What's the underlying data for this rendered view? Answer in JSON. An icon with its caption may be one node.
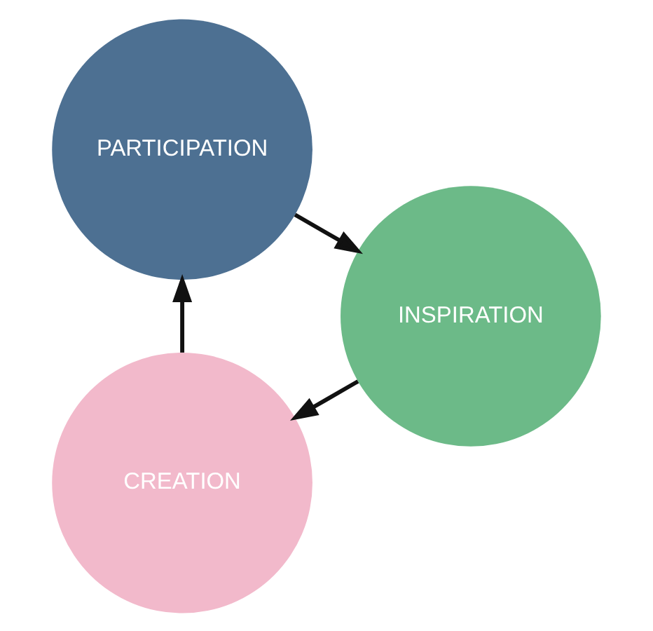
{
  "diagram": {
    "nodes": [
      {
        "text": [
          "CREATION"
        ]
      },
      {
        "text": [
          "INSPIRATION"
        ]
      },
      {
        "text": [
          "PARTICIPATION"
        ]
      }
    ],
    "edges": [
      {
        "from": 1,
        "to": 0,
        "arrow": "to"
      },
      {
        "from": 0,
        "to": 2,
        "arrow": "to"
      },
      {
        "from": 2,
        "to": 1,
        "arrow": "to"
      }
    ]
  }
}
